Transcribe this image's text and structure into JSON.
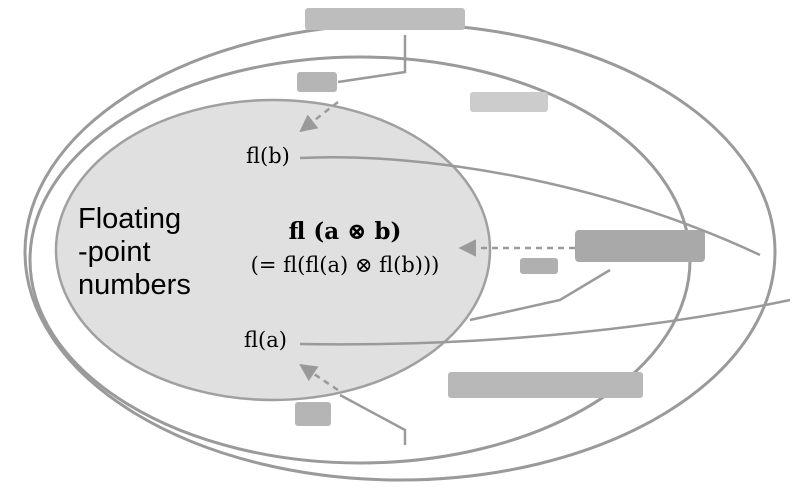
{
  "diagram": {
    "inner_title_line1": "Floating",
    "inner_title_line2": "-point",
    "inner_title_line3": "numbers",
    "product_rounded": "fl (a ⊗ b)",
    "product_expansion": "(= fl(fl(a) ⊗ fl(b)))",
    "rounded_b": "fl(b)",
    "rounded_a": "fl(a)"
  },
  "colors": {
    "outer_lines": "#9a9a9a",
    "inner_fill": "#e0e0e0",
    "inner_stroke": "#a0a0a0",
    "text": "#000000"
  }
}
